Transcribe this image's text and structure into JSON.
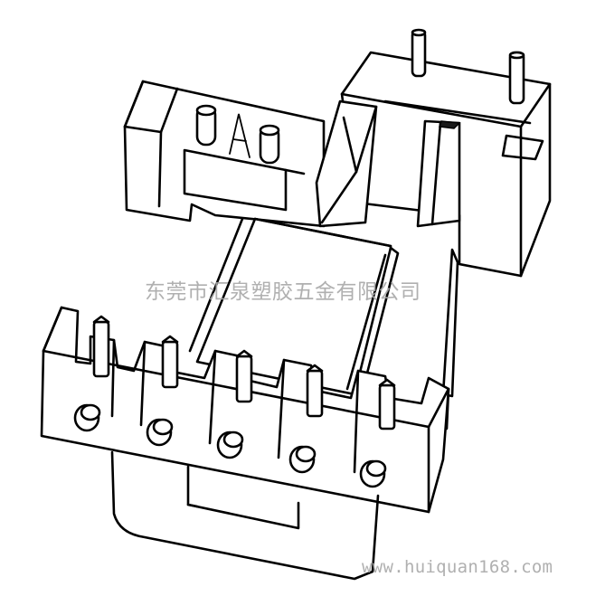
{
  "image": {
    "subject": "transformer-bobbin-line-drawing",
    "watermark_company": "东莞市汇泉塑胶五金有限公司",
    "watermark_site": "www.huiquan168.com",
    "colors": {
      "line": "#000000",
      "background": "#ffffff",
      "watermark": "#a8a8a8"
    }
  }
}
